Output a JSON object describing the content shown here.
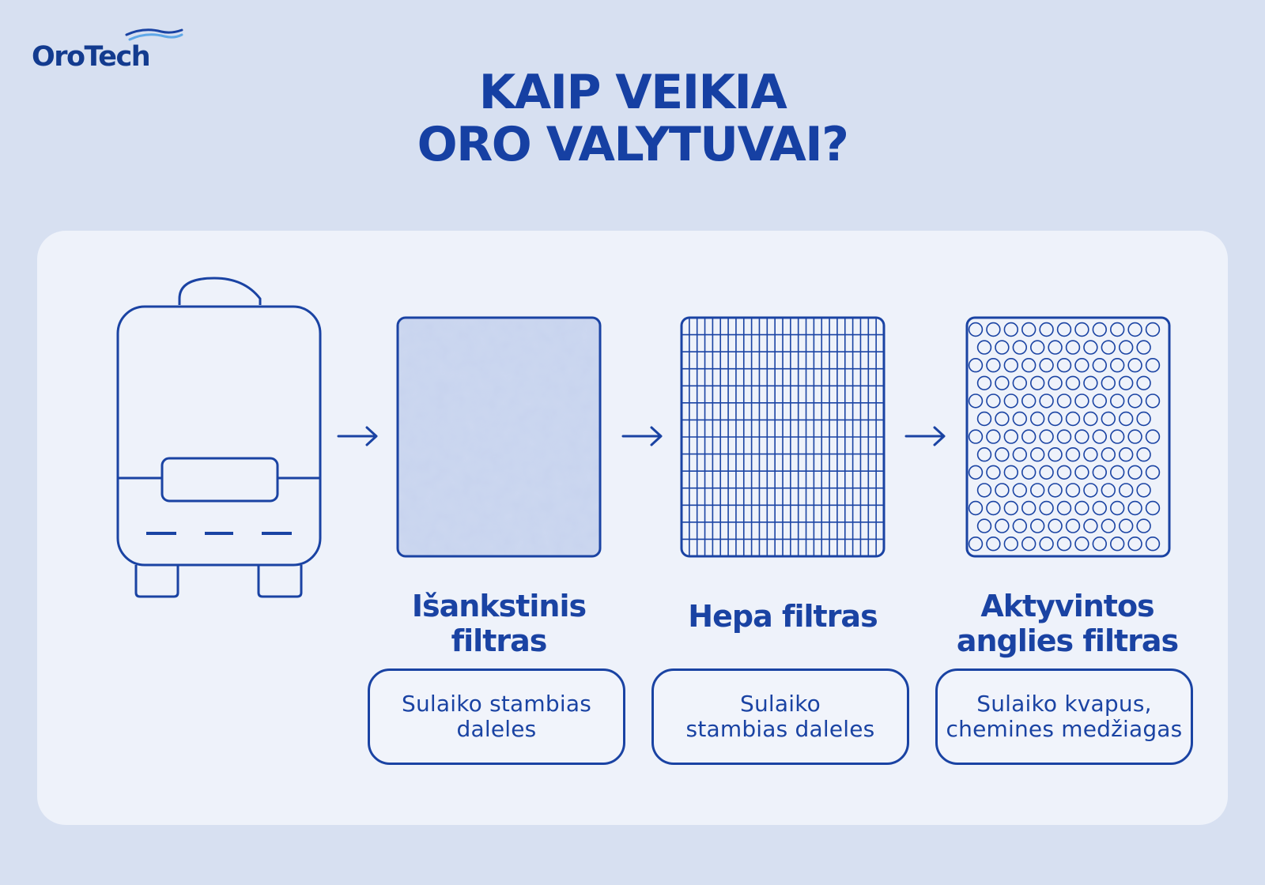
{
  "brand": {
    "name": "OroTech"
  },
  "title": {
    "line1": "KAIP VEIKIA",
    "line2": "ORO VALYTUVAI?"
  },
  "colors": {
    "accent": "#1a43a3",
    "background": "#d7e0f1",
    "panel": "#eef2fa",
    "filter_fill": "#c7d3ee",
    "wave_light": "#5fa8e8"
  },
  "diagram": {
    "device_icon": "air-purifier-icon",
    "arrow_icon": "arrow-right-icon",
    "stages": [
      {
        "title_line1": "Išankstinis",
        "title_line2": "filtras",
        "description_line1": "Sulaiko stambias",
        "description_line2": "daleles",
        "icon": "pre-filter-icon"
      },
      {
        "title_line1": "Hepa filtras",
        "title_line2": "",
        "description_line1": "Sulaiko",
        "description_line2": "stambias daleles",
        "icon": "hepa-filter-icon"
      },
      {
        "title_line1": "Aktyvintos",
        "title_line2": "anglies filtras",
        "description_line1": "Sulaiko kvapus,",
        "description_line2": "chemines medžiagas",
        "icon": "carbon-filter-icon"
      }
    ]
  }
}
